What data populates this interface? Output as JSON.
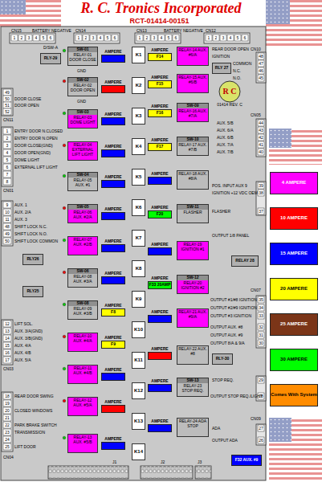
{
  "diagram": {
    "title": "R. C. Tronics Incorporated",
    "nodes": [
      {
        "text": [
          "SW-01",
          "RELAY-01 DOOR CLOSE"
        ]
      },
      {
        "text": [
          "SW-02",
          "RELAY-02 DOOR OPEN"
        ]
      },
      {
        "text": [
          "SW-03",
          "RELAY-03 DOME LIGHT"
        ]
      },
      {
        "text": [
          "RELAY-04 EXTERNAL LIFT LIGHT"
        ]
      },
      {
        "text": [
          "SW-04",
          "RELAY-05 AUX. #1"
        ]
      },
      {
        "text": [
          "SW-05",
          "RELAY-06 AUX. #2/A"
        ]
      },
      {
        "text": [
          "RELAY-07 AUX. #2/B"
        ]
      },
      {
        "text": [
          "SW-06",
          "RELAY-08 AUX. #3/A"
        ]
      },
      {
        "text": [
          "SW-08",
          "RELAY-09 AUX. #3/B"
        ]
      },
      {
        "text": [
          "RELAY-10 AUX. #4/A"
        ]
      },
      {
        "text": [
          "RELAY-11 AUX. #4/B"
        ]
      },
      {
        "text": [
          "RELAY-12 AUX. #5/A"
        ]
      },
      {
        "text": [
          "RELAY-13 AUX. #5/B"
        ]
      },
      {
        "text": [
          "RELAY-14 AUX. #6/A"
        ]
      },
      {
        "text": [
          "RELAY-15 AUX. #6/B"
        ]
      },
      {
        "text": [
          "SW-09",
          "RELAY-16 AUX. #7/A"
        ]
      },
      {
        "text": [
          "SW-10",
          "RELAY-17 AUX. #7/B"
        ]
      },
      {
        "text": [
          "RELAY-18 AUX. #8/A"
        ]
      },
      {
        "text": [
          "SW-11",
          "FLASHER"
        ]
      },
      {
        "text": [
          "RELAY-19 IGNITION #1"
        ]
      },
      {
        "text": [
          "SW-12",
          "RELAY-20 IGNITION #2"
        ]
      },
      {
        "text": [
          "RELAY-21 AUX. #9/A"
        ]
      },
      {
        "text": [
          "RELAY-22 AUX. #8"
        ]
      },
      {
        "text": [
          "SW-13",
          "RELAY-23 STOP REQ."
        ]
      },
      {
        "text": [
          "RELAY-24 ADA STOP"
        ]
      },
      {
        "text": [
          "K1"
        ]
      },
      {
        "text": [
          "K2"
        ]
      },
      {
        "text": [
          "K3"
        ]
      },
      {
        "text": [
          "K4"
        ]
      },
      {
        "text": [
          "K5"
        ]
      },
      {
        "text": [
          "K6"
        ]
      },
      {
        "text": [
          "K7"
        ]
      },
      {
        "text": [
          "K8"
        ]
      },
      {
        "text": [
          "K9"
        ]
      },
      {
        "text": [
          "K10"
        ]
      },
      {
        "text": [
          "K11"
        ]
      },
      {
        "text": [
          "K12"
        ]
      },
      {
        "text": [
          "K13"
        ]
      },
      {
        "text": [
          "K14"
        ]
      },
      {
        "text": [
          "AMPERE"
        ]
      },
      {
        "text": [
          "AMPERE"
        ]
      },
      {
        "text": [
          "AMPERE"
        ]
      },
      {
        "text": [
          "AMPERE"
        ]
      },
      {
        "text": [
          "AMPERE"
        ]
      },
      {
        "text": [
          "AMPERE"
        ]
      },
      {
        "text": [
          "AMPERE"
        ]
      },
      {
        "text": [
          "AMPERE"
        ]
      },
      {
        "text": [
          "AMPERE",
          "F8"
        ]
      },
      {
        "text": [
          "AMPERE",
          "F9"
        ]
      },
      {
        "text": [
          "AMPERE"
        ]
      },
      {
        "text": [
          "AMPERE"
        ]
      },
      {
        "text": [
          "AMPERE"
        ]
      },
      {
        "text": [
          "AMPERE",
          "F14"
        ]
      },
      {
        "text": [
          "AMPERE",
          "F15"
        ]
      },
      {
        "text": [
          "AMPERE",
          "F16"
        ]
      },
      {
        "text": [
          "AMPERE",
          "F17"
        ]
      },
      {
        "text": [
          "AMPERE"
        ]
      },
      {
        "text": [
          "AMPERE",
          "F20"
        ]
      },
      {
        "text": [
          "AMPERE"
        ]
      },
      {
        "text": [
          "AMPERE",
          "F33 20AMP"
        ]
      },
      {
        "text": [
          "AMPERE"
        ]
      },
      {
        "text": [
          "AMPERE"
        ]
      },
      {
        "text": [
          "AMPERE"
        ]
      },
      {
        "text": [
          "AMPERE"
        ]
      },
      {
        "text": [
          "R C",
          "01414 REV. C"
        ]
      },
      {
        "text": [
          "RLY-29"
        ]
      },
      {
        "text": [
          "RLY26"
        ]
      },
      {
        "text": [
          "RLY25"
        ]
      },
      {
        "text": [
          "RLY-30"
        ]
      },
      {
        "text": [
          "RELAY 28"
        ]
      },
      {
        "text": [
          "F32 AUX. #9"
        ]
      },
      {
        "text": [
          "RLY 27"
        ]
      }
    ],
    "labels": [
      "BATTERY NEGATIVE",
      "BATTERY NEGATIVE",
      "CN15",
      "CN14",
      "CN13",
      "CN12",
      "1",
      "2",
      "3",
      "4",
      "5",
      "6",
      "1",
      "2",
      "3",
      "4",
      "5",
      "6",
      "1",
      "2",
      "3",
      "4",
      "5",
      "6",
      "1",
      "2",
      "3",
      "4",
      "5",
      "6",
      "D/SW-A",
      "49",
      "50",
      "DOOR CLOSE",
      "51",
      "DOOR OPEN",
      "52",
      "CN11",
      "1",
      "ENTRY DOOR N.CLOSED",
      "2",
      "ENTRY DOOR N.OPEN",
      "3",
      "DOOR CLOSE(GND)",
      "4",
      "DOOR OPEN(GND)",
      "5",
      "DOME LIGHT",
      "6",
      "EXTERNAL LIFT LIGHT",
      "7",
      "8",
      "CN01",
      "9",
      "AUX. 1",
      "10",
      "AUX. 2/A",
      "11",
      "AUX. 3",
      "48",
      "SHIFT LOCK N.C.",
      "49",
      "SHIFT LOCK N.O.",
      "50",
      "SHIFT LOCK COMMON",
      "12",
      "LIFT SOL.",
      "13",
      "AUX. 3/A(GND)",
      "14",
      "AUX. 3/B(GND)",
      "15",
      "AUX. 4/A",
      "16",
      "AUX. 4/B",
      "17",
      "AUX. 5/A",
      "CN03",
      "18",
      "REAR DOOR SWING",
      "19",
      "20",
      "CLOSED WINDOWS",
      "21",
      "22",
      "PARK BRAKE SWITCH",
      "23",
      "TRANSMISSION",
      "24",
      "25",
      "LIFT DOOR",
      "CN04",
      "GND",
      "GND",
      "CN10",
      "REAR DOOR OPEN",
      "IGNITION",
      "48",
      "COMMON",
      "47",
      "N.C.",
      "46",
      "N.O.",
      "45",
      "CN05",
      "AUX. 5/B",
      "44",
      "AUX. 6/A",
      "43",
      "AUX. 6/B",
      "42",
      "AUX. 7/A",
      "41",
      "AUX. 7/B",
      "40",
      "POS. INPUT AUX 9",
      "39",
      "IGNITION +12 VDC OEM",
      "38",
      "FLASHER",
      "37",
      "OUTPUT 1/8 PANEL",
      "CN07",
      "OUTPUT #1/#8 IGNITION",
      "35",
      "OUTPUT #2/#9 IGNITION",
      "34",
      "OUTPUT #3 IGNITION",
      "33",
      "OUTPUT AUX. #8",
      "32",
      "OUTPUT AUX. #9",
      "31",
      "OUTPUT 8/A & 9/A",
      "30",
      "STOP REQ.",
      "29",
      "OUTPUT STOP REQ./LIGHT",
      "28",
      "CN09",
      "ADA",
      "27",
      "OUTPUT ADA",
      "26",
      "J1",
      "J2",
      "J3",
      "RCT-01414-00151"
    ],
    "legend": [
      {
        "text": "4 AMPERE",
        "color": "#ff00ff"
      },
      {
        "text": "10 AMPERE",
        "color": "#ff0000"
      },
      {
        "text": "15 AMPERE",
        "color": "#0000ff"
      },
      {
        "text": "20 AMPERE",
        "color": "#ffff00"
      },
      {
        "text": "25 AMPERE",
        "color": "#7b3518"
      },
      {
        "text": "30 AMPERE",
        "color": "#00ff00"
      },
      {
        "text": "Comes With System",
        "color": "#ff8c00"
      }
    ]
  }
}
